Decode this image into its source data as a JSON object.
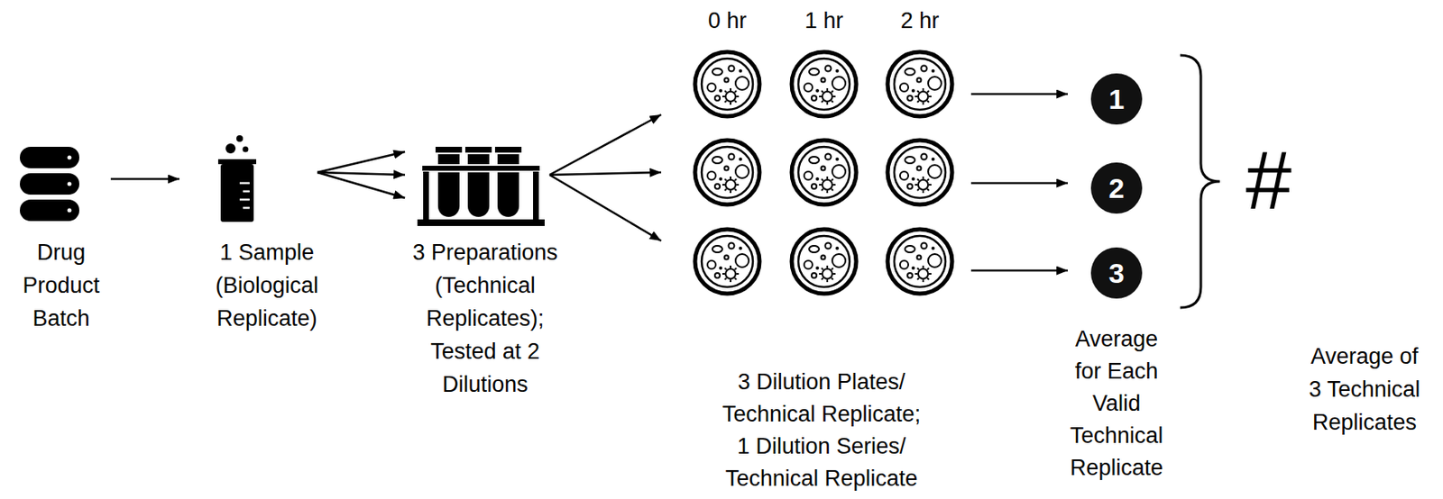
{
  "diagram": {
    "nodes": [
      {
        "text": [
          "Drug Product Batch"
        ]
      },
      {
        "text": [
          "1 Sample (Biological Replicate)"
        ]
      },
      {
        "text": [
          "3 Preparations (Technical Replicates); Tested at 2 Dilutions"
        ]
      },
      {
        "text": [
          "3 Dilution Plates/ Technical Replicate; 1 Dilution Series/ Technical Replicate"
        ]
      },
      {
        "text": [
          "1"
        ]
      },
      {
        "text": [
          "2"
        ]
      },
      {
        "text": [
          "3"
        ]
      }
    ],
    "edges": [
      {
        "from": 0,
        "to": 1,
        "arrow": "to"
      },
      {
        "from": 1,
        "to": 2,
        "arrow": "to"
      },
      {
        "from": 1,
        "to": 2,
        "arrow": "to"
      },
      {
        "from": 1,
        "to": 2,
        "arrow": "to"
      },
      {
        "from": 2,
        "to": 3,
        "arrow": "to"
      },
      {
        "from": 2,
        "to": 3,
        "arrow": "to"
      },
      {
        "from": 2,
        "to": 3,
        "arrow": "to"
      },
      {
        "from": 3,
        "to": 4,
        "arrow": "to"
      },
      {
        "from": 3,
        "to": 5,
        "arrow": "to"
      },
      {
        "from": 3,
        "to": 6,
        "arrow": "to"
      }
    ],
    "labels": [
      "0 hr",
      "1 hr",
      "2 hr",
      "Average for Each Valid Technical Replicate",
      "#",
      "Average of 3 Technical Replicates"
    ]
  }
}
